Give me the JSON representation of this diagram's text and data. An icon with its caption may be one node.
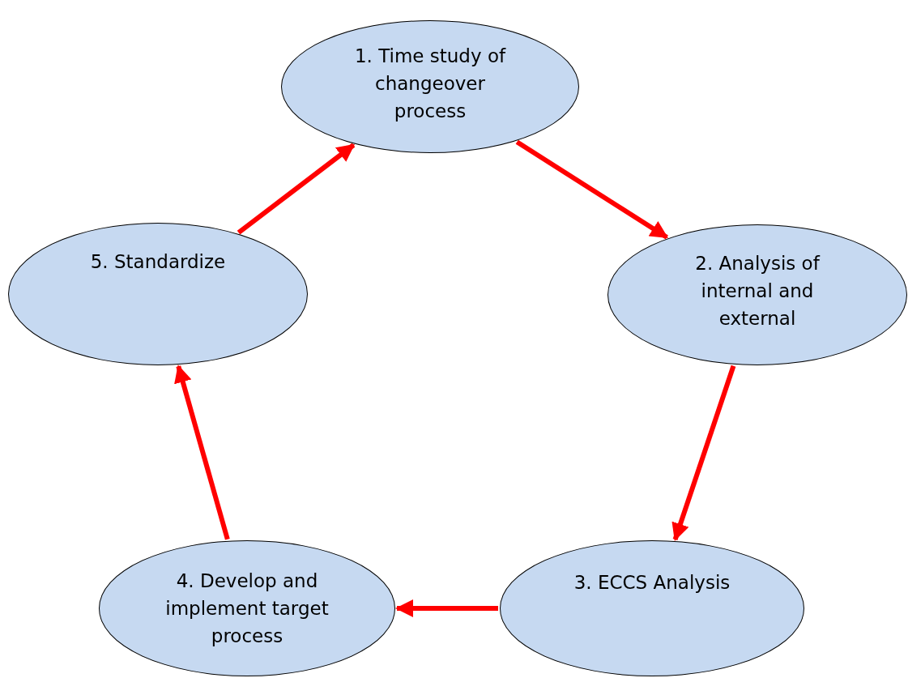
{
  "diagram": {
    "nodes": [
      {
        "text": [
          "1. Time study of changeover process"
        ]
      },
      {
        "text": [
          "2. Analysis of internal and external"
        ]
      },
      {
        "text": [
          "3. ECCS Analysis"
        ]
      },
      {
        "text": [
          "4. Develop and implement target process"
        ]
      },
      {
        "text": [
          "5. Standardize"
        ]
      }
    ],
    "edges": [
      {
        "from": 0,
        "to": 1,
        "arrow": "to"
      },
      {
        "from": 1,
        "to": 2,
        "arrow": "to"
      },
      {
        "from": 2,
        "to": 3,
        "arrow": "to"
      },
      {
        "from": 3,
        "to": 4,
        "arrow": "to"
      },
      {
        "from": 4,
        "to": 0,
        "arrow": "to"
      }
    ]
  }
}
